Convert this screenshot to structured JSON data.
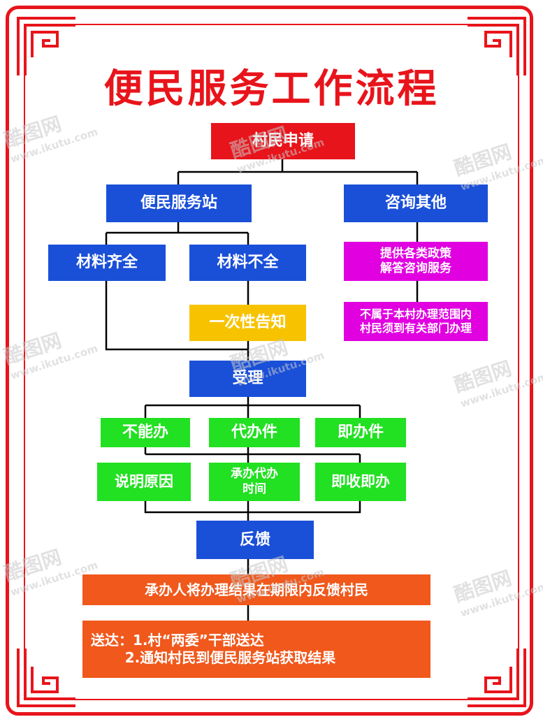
{
  "title": "便民服务工作流程",
  "colors": {
    "border": "#e8141b",
    "title": "#e8141b",
    "start": "#e8141b",
    "primary": "#1a4fd8",
    "consult": "#e000e0",
    "notice": "#f7c300",
    "action": "#22e022",
    "feedback": "#f0581c",
    "line": "#000000"
  },
  "nodes": {
    "apply": "村民申请",
    "service_station": "便民服务站",
    "consult_other": "咨询其他",
    "materials_complete": "材料齐全",
    "materials_incomplete": "材料不全",
    "policy_answer": "提供各类政策\n解答咨询服务",
    "out_of_scope": "不属于本村办理范围内\n村民须到有关部门办理",
    "one_time_notice": "一次性告知",
    "accept": "受理",
    "cannot_handle": "不能办",
    "proxy_handle": "代办件",
    "immediate_handle": "即办件",
    "explain_reason": "说明原因",
    "proxy_time": "承办代办\n时间",
    "receive_handle": "即收即办",
    "feedback": "反馈",
    "feedback_detail": "承办人将办理结果在期限内反馈村民",
    "delivery": "送达：1.村“两委”干部送达\n       2.通知村民到便民服务站获取结果"
  },
  "watermark": {
    "brand": "酷图网",
    "url": "www.ikutu.com"
  }
}
